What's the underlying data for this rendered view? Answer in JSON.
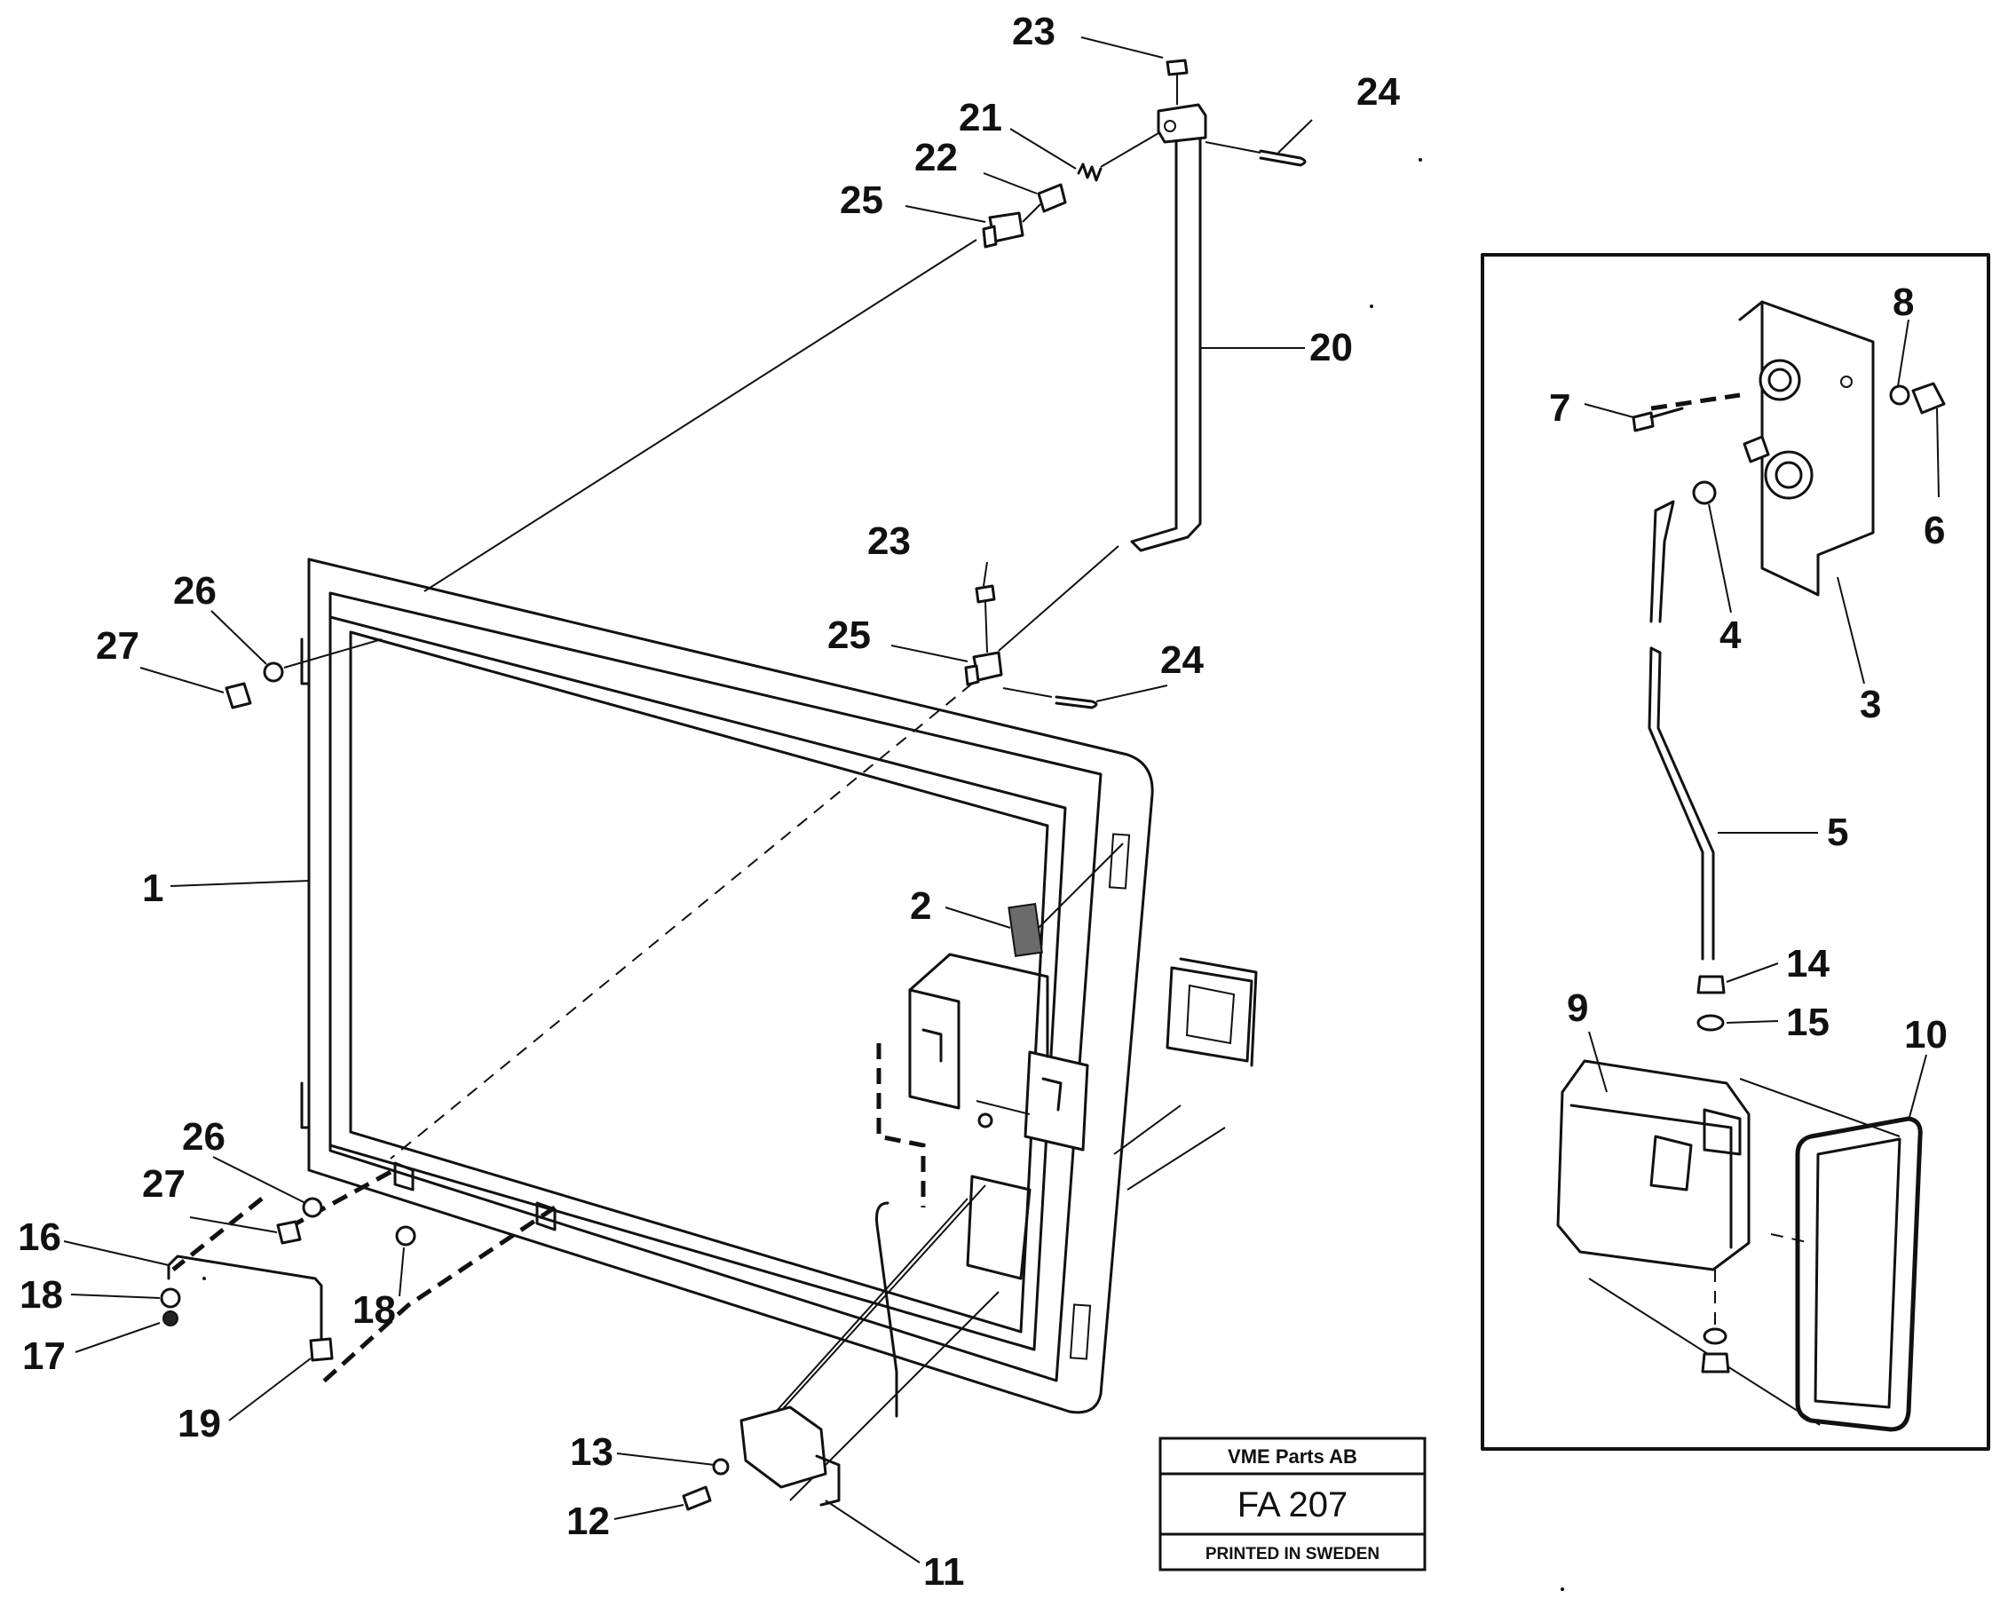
{
  "callouts": {
    "c1": "1",
    "c2": "2",
    "c3": "3",
    "c4": "4",
    "c5": "5",
    "c6": "6",
    "c7": "7",
    "c8": "8",
    "c9": "9",
    "c10": "10",
    "c11": "11",
    "c12": "12",
    "c13": "13",
    "c14": "14",
    "c15": "15",
    "c16": "16",
    "c17": "17",
    "c18a": "18",
    "c18b": "18",
    "c19": "19",
    "c20": "20",
    "c21": "21",
    "c22": "22",
    "c23a": "23",
    "c23b": "23",
    "c24a": "24",
    "c24b": "24",
    "c25a": "25",
    "c25b": "25",
    "c26a": "26",
    "c26b": "26",
    "c27a": "27",
    "c27b": "27"
  },
  "title_block": {
    "company": "VME Parts AB",
    "code": "FA 207",
    "printed": "PRINTED IN SWEDEN"
  }
}
